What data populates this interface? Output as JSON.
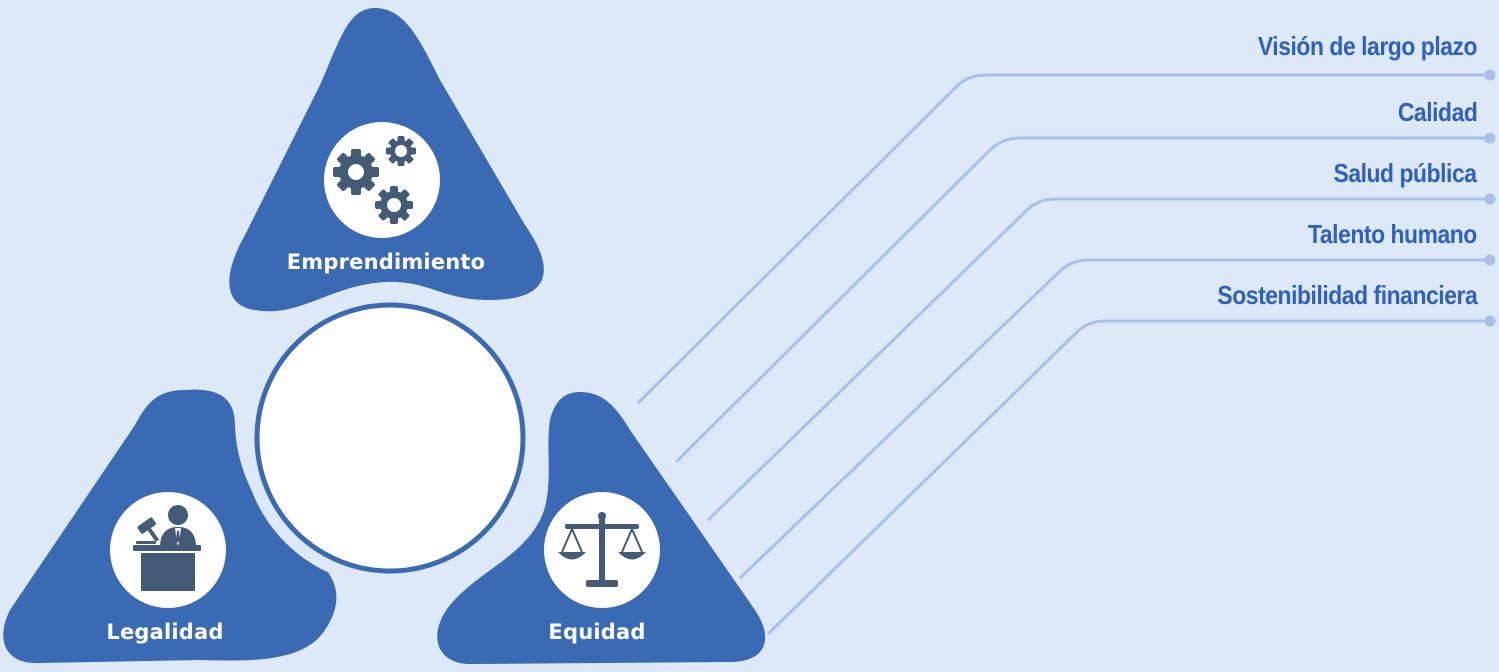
{
  "triangles": {
    "top": {
      "label": "Emprendimiento",
      "icon": "gears-icon"
    },
    "left": {
      "label": "Legalidad",
      "icon": "judge-icon"
    },
    "right": {
      "label": "Equidad",
      "icon": "scales-icon"
    }
  },
  "pillars": [
    "Visión de largo plazo",
    "Calidad",
    "Salud pública",
    "Talento humano",
    "Sostenibilidad financiera"
  ],
  "colors": {
    "background": "#dde9f9",
    "triangle": "#3a6ab3",
    "line": "#a9bfe8",
    "pillar_text": "#2f5fc2",
    "icon": "#445b78"
  }
}
